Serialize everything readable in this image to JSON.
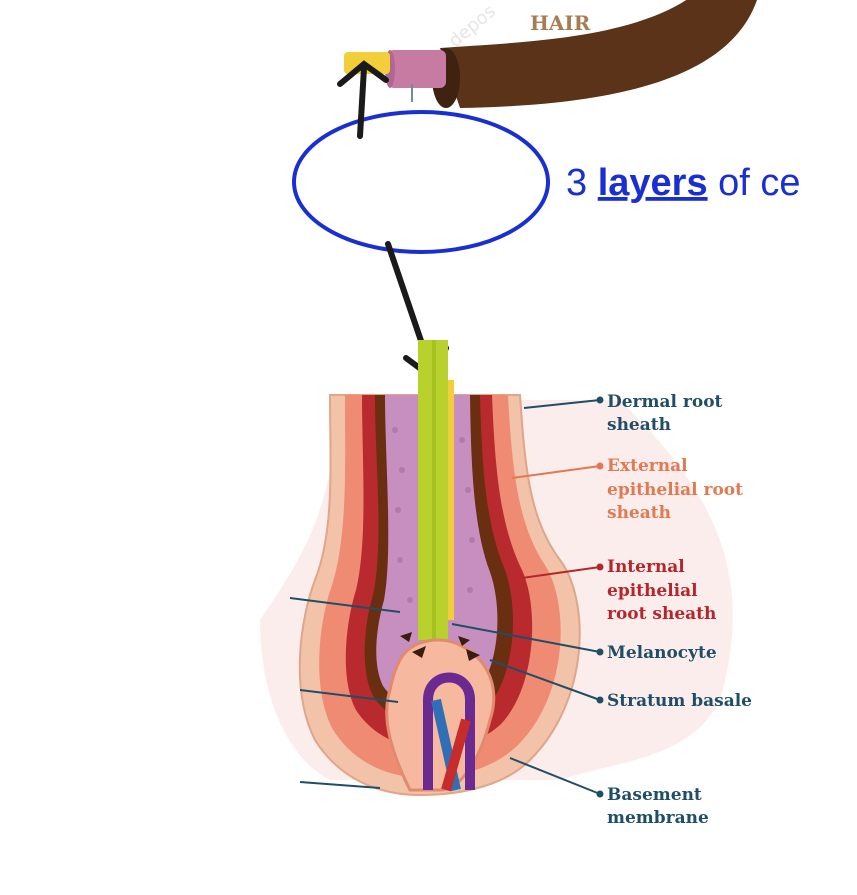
{
  "hair_label": "HAIR",
  "annotation": {
    "prefix": "3 ",
    "emphasis": "layers",
    "suffix": " of ce",
    "color": "#1a2fd1"
  },
  "labels": {
    "dermal_root_sheath": [
      "Dermal root",
      "sheath"
    ],
    "external_epithelial_root_sheath": [
      "External",
      "epithelial root",
      "sheath"
    ],
    "internal_epithelial_root_sheath": [
      "Internal",
      "epithelial",
      "root sheath"
    ],
    "melanocyte": [
      "Melanocyte"
    ],
    "stratum_basale": [
      "Stratum basale"
    ],
    "basement_membrane": [
      "Basement",
      "membrane"
    ]
  },
  "colors": {
    "hair_shaft": "#5a3318",
    "dermal_sheath": "#f2c3a8",
    "external_sheath": "#f08b73",
    "internal_sheath": "#b92a2e",
    "cortex": "#c78fbf",
    "medulla": "#b9d12c",
    "label_dark": "#1f4e66",
    "label_orange": "#e07a52",
    "label_red": "#b5262b"
  }
}
